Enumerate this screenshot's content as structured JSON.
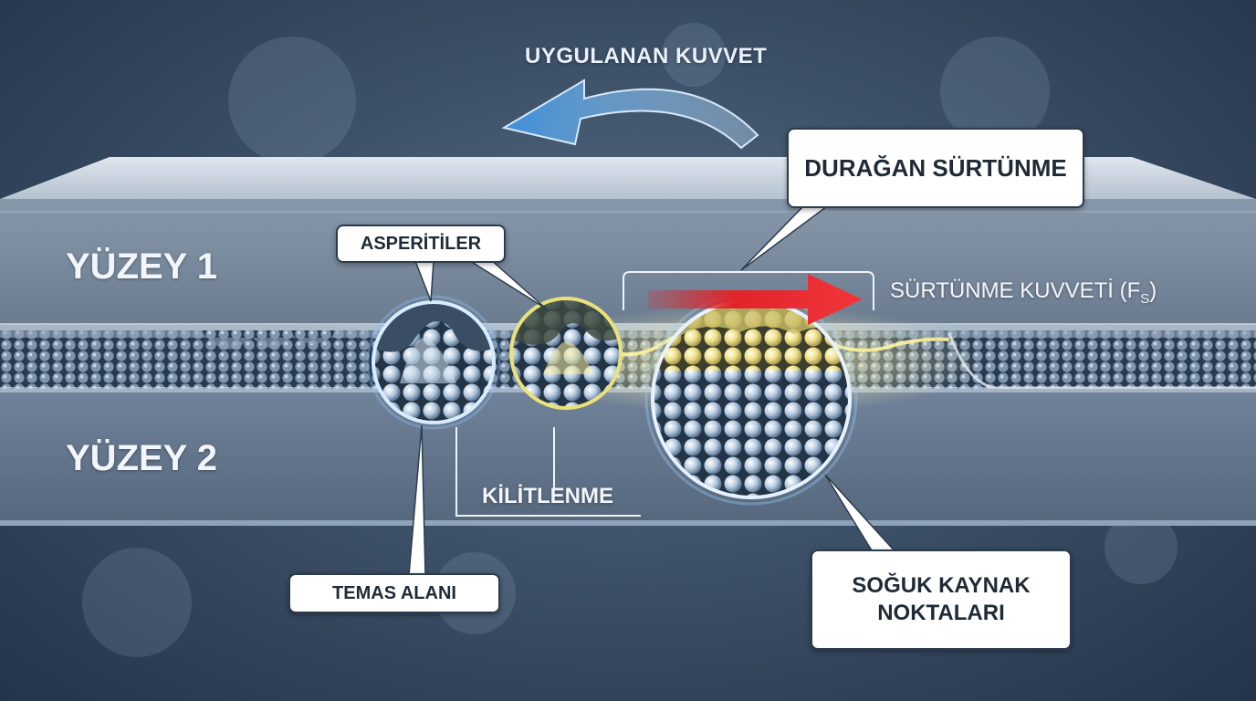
{
  "labels": {
    "applied_force": "UYGULANAN KUVVET",
    "static_friction": "DURAĞAN SÜRTÜNME",
    "surface_1": "YÜZEY 1",
    "surface_2": "YÜZEY 2",
    "asperities": "ASPERİTİLER",
    "friction_force": "SÜRTÜNME KUVVETİ (F",
    "friction_force_sub": "S",
    "friction_force_close": ")",
    "interlocking": "KİLİTLENME",
    "contact_area": "TEMAS ALANI",
    "cold_weld_line1": "SOĞUK KAYNAK",
    "cold_weld_line2": "NOKTALARI"
  },
  "colors": {
    "applied_force_arrow": "#3f8fd8",
    "friction_arrow": "#e0242a",
    "cold_weld_glow": "#f0e07a",
    "contact_circle": "#cfe8ff",
    "interlock_circle": "#e7e07a"
  }
}
